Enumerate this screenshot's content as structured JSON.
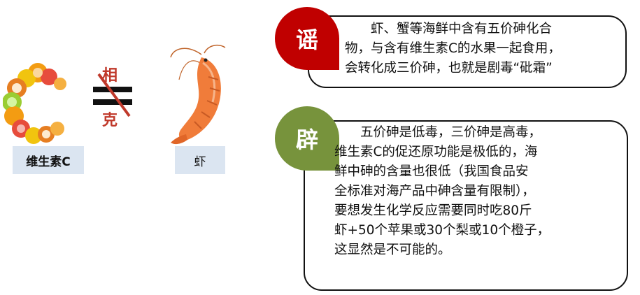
{
  "left": {
    "vitamin_c_label": "维生素C",
    "shrimp_label": "虾",
    "xiang_char": "相",
    "ke_char": "克"
  },
  "myth": {
    "badge": "谣",
    "lines": [
      "　　虾、蟹等海鲜中含有五价砷化合",
      "物，与含有维生素C的水果一起食用，",
      "会转化成三价砷，也就是剧毒“砒霜”"
    ]
  },
  "fact": {
    "badge": "辟",
    "lines": [
      "　　五价砷是低毒，三价砷是高毒，",
      "维生素C的促还原功能是极低的，海",
      "鲜中砷的含量也很低（我国食品安",
      "全标准对海产品中砷含量有限制），",
      "要想发生化学反应需要同时吃80斤",
      "虾+50个苹果或30个梨或10个橙子，",
      "这显然是不可能的。"
    ]
  },
  "colors": {
    "myth_badge": "#c00000",
    "fact_badge": "#77933c",
    "label_bg": "#dbe5f1",
    "strike": "#c0392b"
  },
  "icons": {
    "vitamin_c": "fruit-letter-c-image",
    "shrimp": "shrimp-image",
    "not_compatible": "strikethrough-equals-sign"
  }
}
